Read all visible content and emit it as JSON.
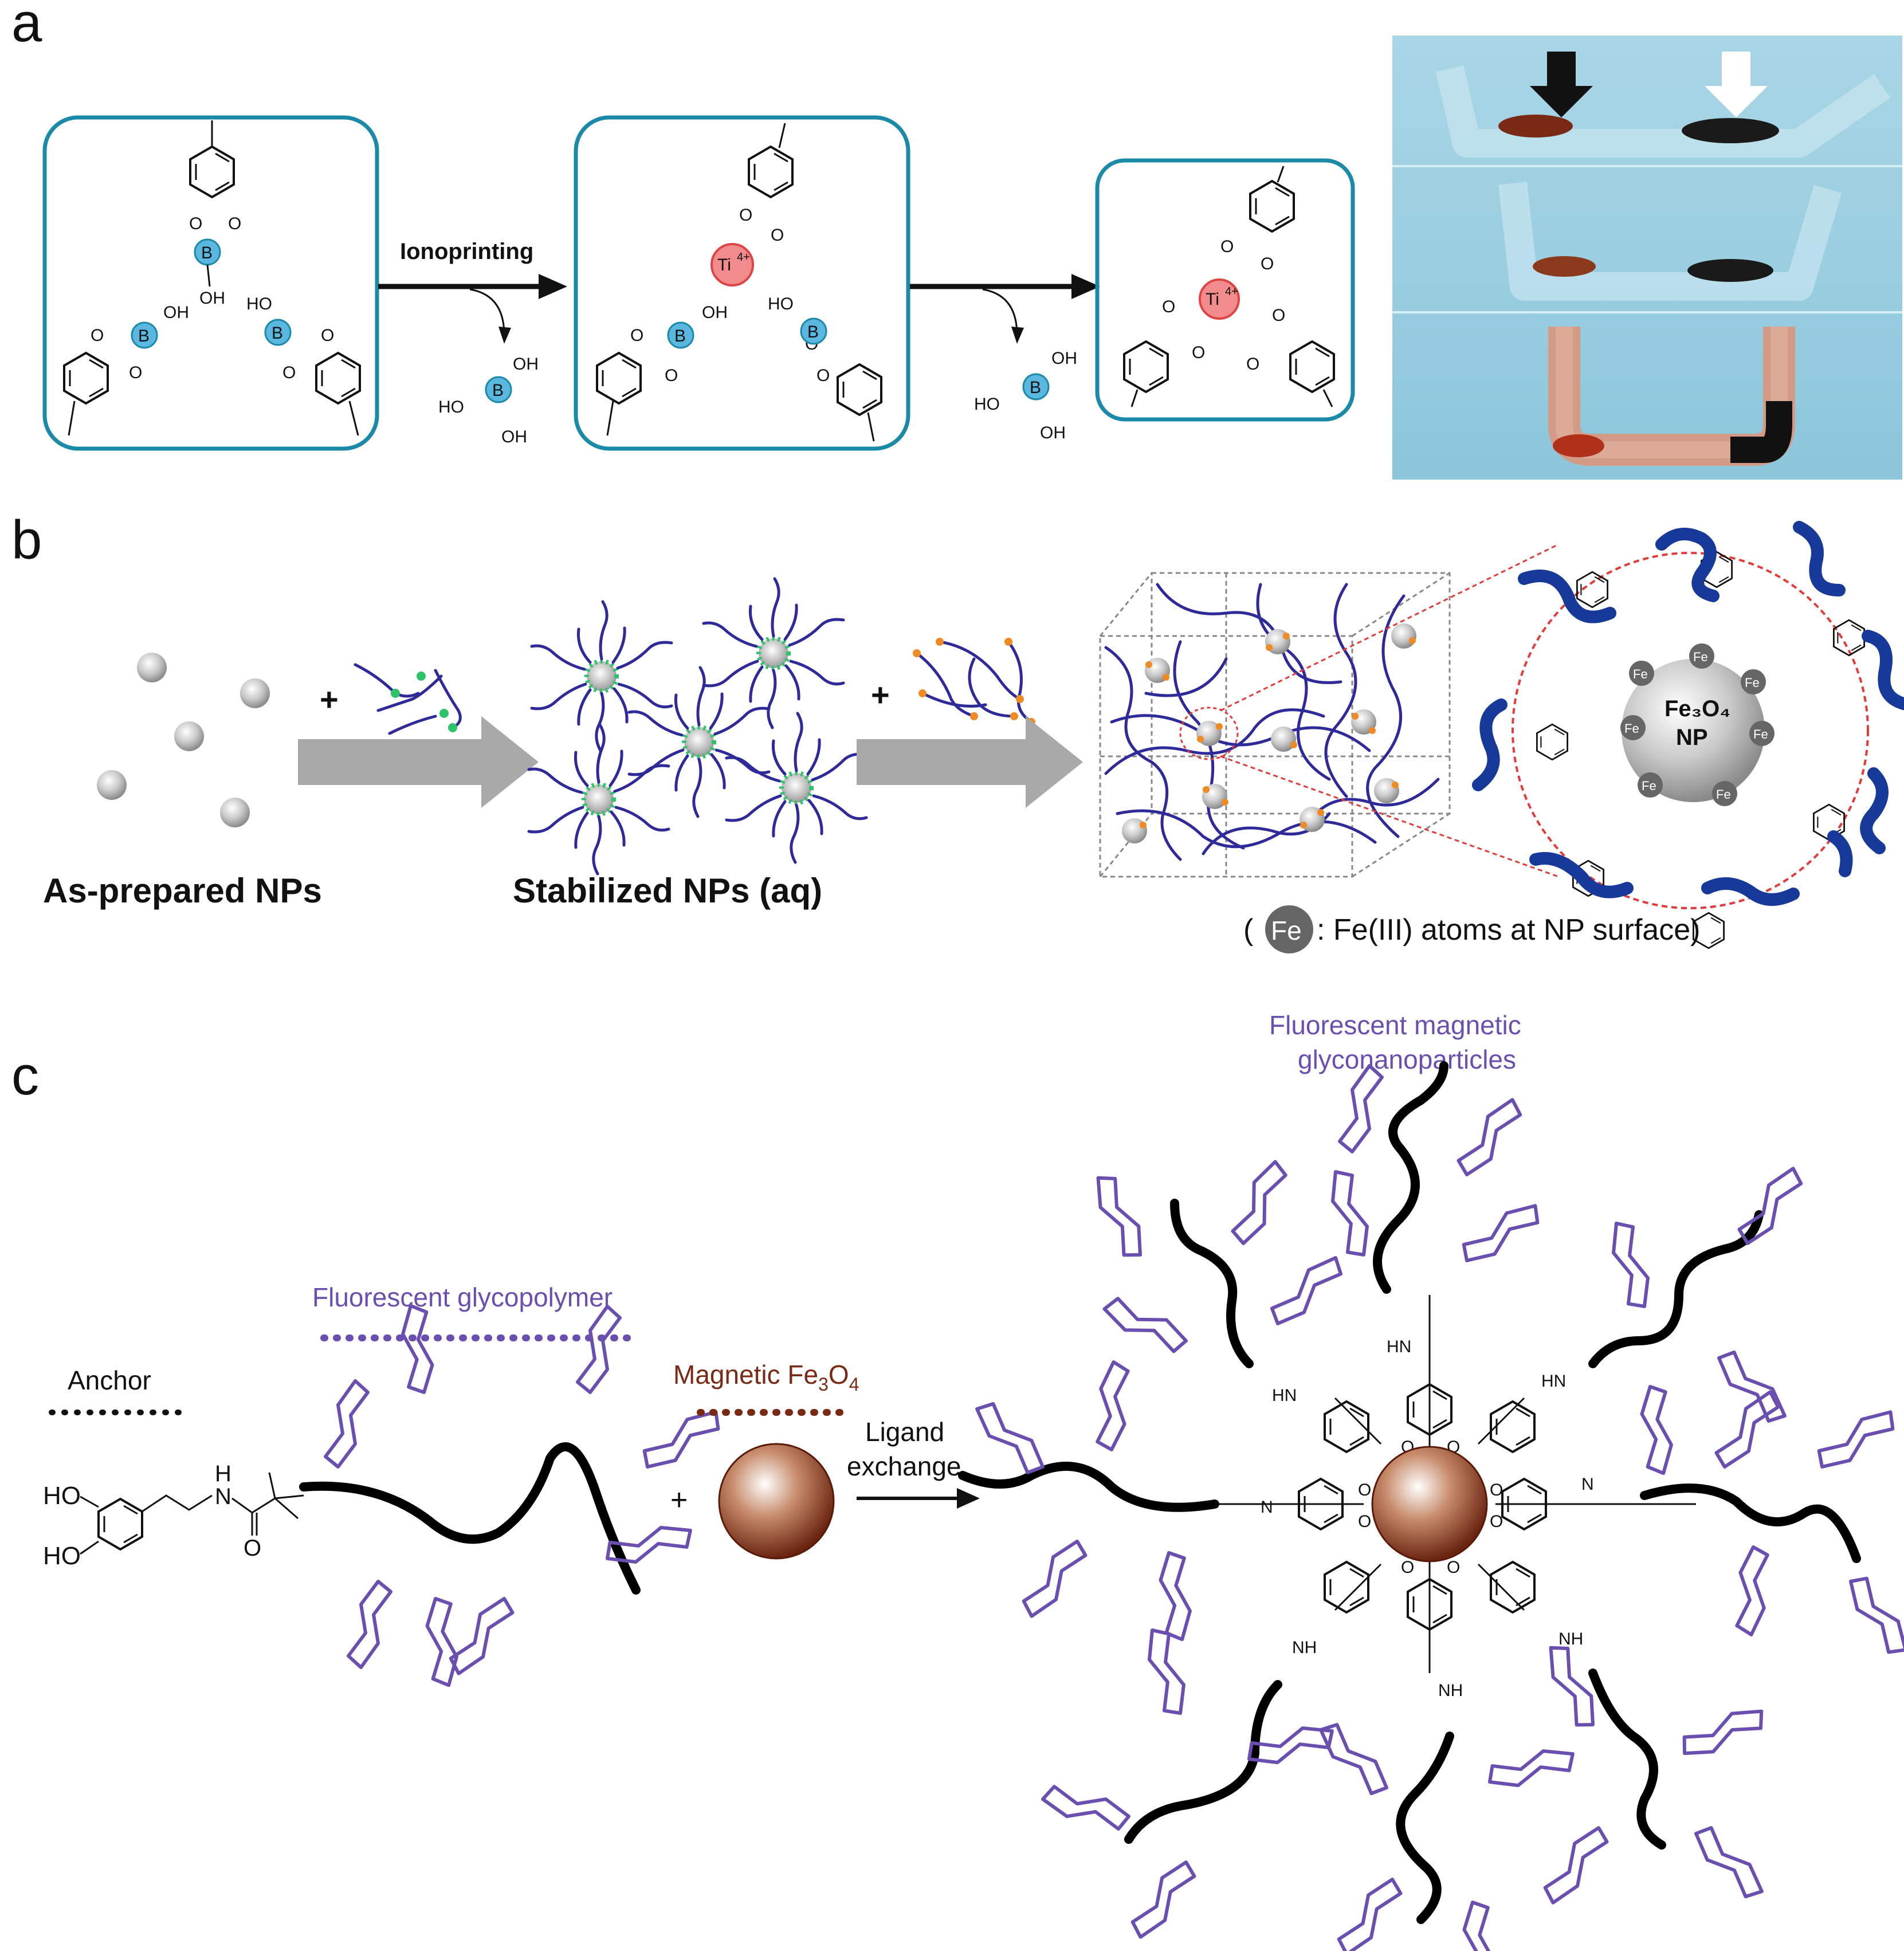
{
  "panels": {
    "a": {
      "letter": "a",
      "arrow_label": "Ionoprinting",
      "boron_atom": "B",
      "titanium_ion": "Ti",
      "titanium_charge": "4+",
      "hydroxyl": "OH",
      "hydroxyl_left": "HO",
      "oxygen": "O"
    },
    "b": {
      "letter": "b",
      "label_left": "As-prepared NPs",
      "label_middle": "Stabilized NPs (aq)",
      "plus": "+",
      "core_label_line1": "Fe₃O₄",
      "core_label_line2": "NP",
      "fe_atom": "Fe",
      "legend_open": "(",
      "legend_symbol": "Fe",
      "legend_text": ": Fe(III) atoms at NP surface)"
    },
    "c": {
      "letter": "c",
      "product_title_line1": "Fluorescent magnetic",
      "product_title_line2": "glyconanoparticles",
      "glycopolymer_label": "Fluorescent glycopolymer",
      "anchor_label": "Anchor",
      "magnetic_label_prefix": "Magnetic Fe",
      "magnetic_sub3": "3",
      "magnetic_o": "O",
      "magnetic_sub4": "4",
      "plus": "+",
      "arrow_label_line1": "Ligand",
      "arrow_label_line2": "exchange",
      "ho_top": "HO",
      "ho_bottom": "HO",
      "amide_h": "H",
      "amide_n": "N",
      "carbonyl_o": "O",
      "linker_hn": "HN",
      "linker_nh": "NH"
    }
  },
  "colors": {
    "boron_circle": "#5ab8e0",
    "titanium_circle": "#f28b8b",
    "box_border": "#1a8aa8",
    "nanoparticle_gray": "#b8b8b8",
    "polymer_blue": "#2f2a9a",
    "stabilizer_green": "#2cc36b",
    "catechol_orange": "#f08a24",
    "sugar_purple": "#6a4fb0",
    "fe3o4_brown": "#7a2a14",
    "zoom_circle_red": "#e23b3b",
    "arrow_gray": "#a9a9a9"
  }
}
